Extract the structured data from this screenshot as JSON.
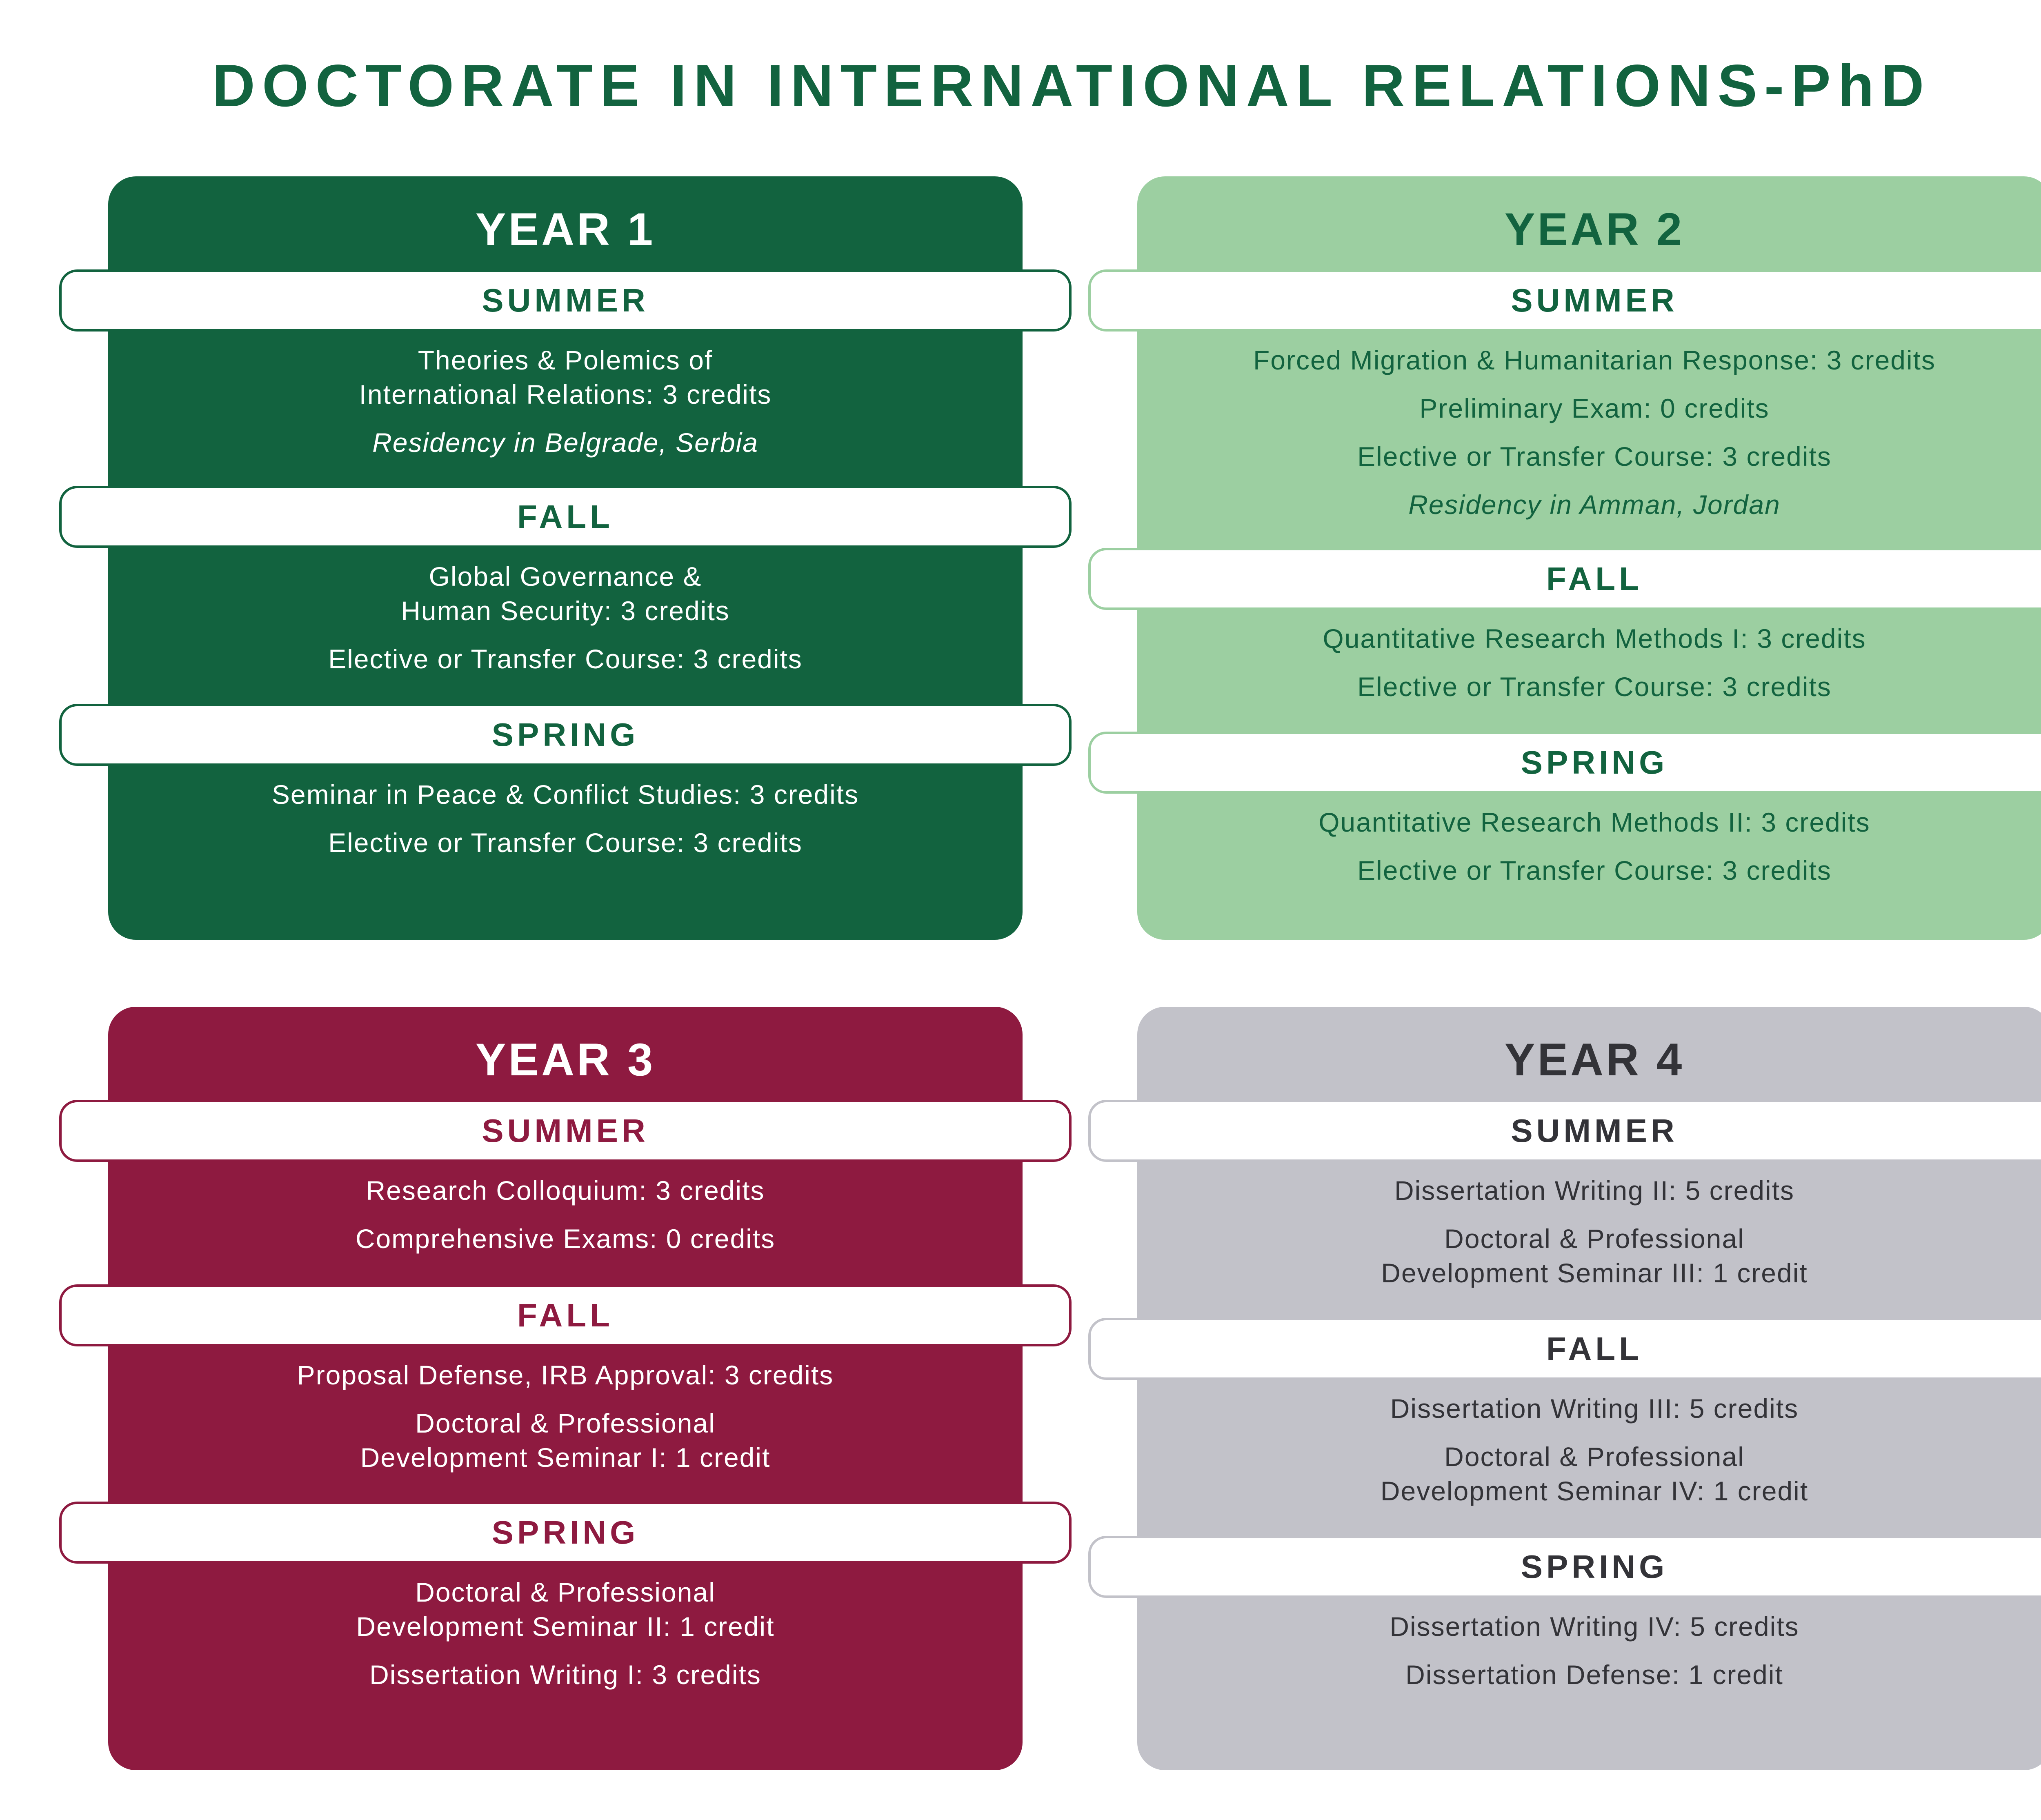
{
  "title": "DOCTORATE IN INTERNATIONAL RELATIONS-PhD",
  "colors": {
    "year1": "#12633f",
    "year2": "#9ccfa1",
    "year3": "#8e1a40",
    "year4": "#c2c2c9",
    "title": "#12633f"
  },
  "years": [
    {
      "label": "YEAR 1",
      "summer": {
        "label": "SUMMER",
        "courses": [
          "Theories & Polemics of",
          "International Relations: 3 credits",
          "Residency in Belgrade, Serbia"
        ]
      },
      "fall": {
        "label": "FALL",
        "courses": [
          "Global Governance &",
          "Human Security: 3 credits",
          "Elective or Transfer Course: 3 credits"
        ]
      },
      "spring": {
        "label": "SPRING",
        "courses": [
          "Seminar in Peace & Conflict Studies: 3 credits",
          "Elective or Transfer Course: 3 credits"
        ]
      }
    },
    {
      "label": "YEAR 2",
      "summer": {
        "label": "SUMMER",
        "courses": [
          "Forced Migration & Humanitarian Response: 3 credits",
          "Preliminary Exam: 0 credits",
          "Elective or Transfer Course: 3 credits",
          "Residency in Amman, Jordan"
        ]
      },
      "fall": {
        "label": "FALL",
        "courses": [
          "Quantitative Research Methods I: 3 credits",
          "Elective or Transfer Course: 3 credits"
        ]
      },
      "spring": {
        "label": "SPRING",
        "courses": [
          "Quantitative Research Methods II: 3 credits",
          "Elective or Transfer Course: 3 credits"
        ]
      }
    },
    {
      "label": "YEAR 3",
      "summer": {
        "label": "SUMMER",
        "courses": [
          "Research Colloquium: 3 credits",
          "Comprehensive Exams: 0 credits"
        ]
      },
      "fall": {
        "label": "FALL",
        "courses": [
          "Proposal Defense, IRB Approval: 3 credits",
          "Doctoral & Professional",
          "Development Seminar I: 1 credit"
        ]
      },
      "spring": {
        "label": "SPRING",
        "courses": [
          "Doctoral & Professional",
          "Development Seminar II: 1 credit",
          "Dissertation Writing I: 3 credits"
        ]
      }
    },
    {
      "label": "YEAR 4",
      "summer": {
        "label": "SUMMER",
        "courses": [
          "Dissertation Writing II: 5 credits",
          "Doctoral & Professional",
          "Development Seminar III: 1 credit"
        ]
      },
      "fall": {
        "label": "FALL",
        "courses": [
          "Dissertation Writing III: 5 credits",
          "Doctoral & Professional",
          "Development Seminar IV: 1 credit"
        ]
      },
      "spring": {
        "label": "SPRING",
        "courses": [
          "Dissertation Writing IV: 5 credits",
          "Dissertation Defense: 1 credit"
        ]
      }
    }
  ]
}
